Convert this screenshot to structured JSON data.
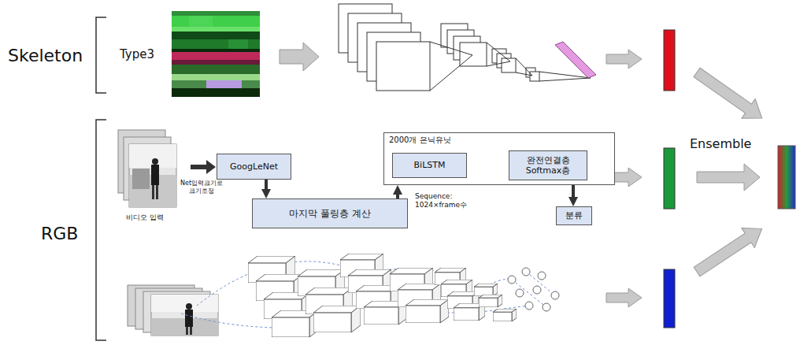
{
  "diagram": {
    "nodes": [
      {
        "text": [
          "GoogLeNet"
        ]
      },
      {
        "text": [
          "2000개 은닉유닛"
        ]
      },
      {
        "text": [
          "BiLSTM"
        ],
        "in": 1
      },
      {
        "text": [
          "완전연결층 Softmax층"
        ],
        "in": 1
      },
      {
        "text": [
          "마지막 풀링층 계산"
        ]
      },
      {
        "text": [
          "분류"
        ]
      }
    ],
    "edges": [
      {
        "from": 0,
        "to": 4,
        "arrow": "to"
      },
      {
        "from": 4,
        "to": 1,
        "arrow": "to"
      },
      {
        "from": 2,
        "to": 3,
        "arrow": "to"
      },
      {
        "from": 3,
        "to": 5,
        "arrow": "to"
      }
    ],
    "labels": [
      "Skeleton",
      "Type3",
      "RGB",
      "비디오 입력",
      "Net입력크기로 크기조정",
      "Sequence: 1024×frame수",
      "Ensemble"
    ]
  }
}
